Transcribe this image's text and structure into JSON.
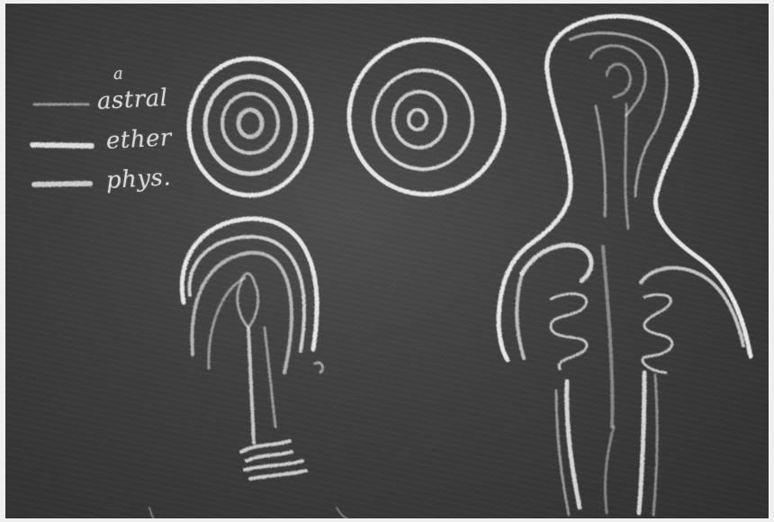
{
  "image": {
    "labels": [
      "a",
      "astral",
      "ether",
      "phys."
    ]
  }
}
